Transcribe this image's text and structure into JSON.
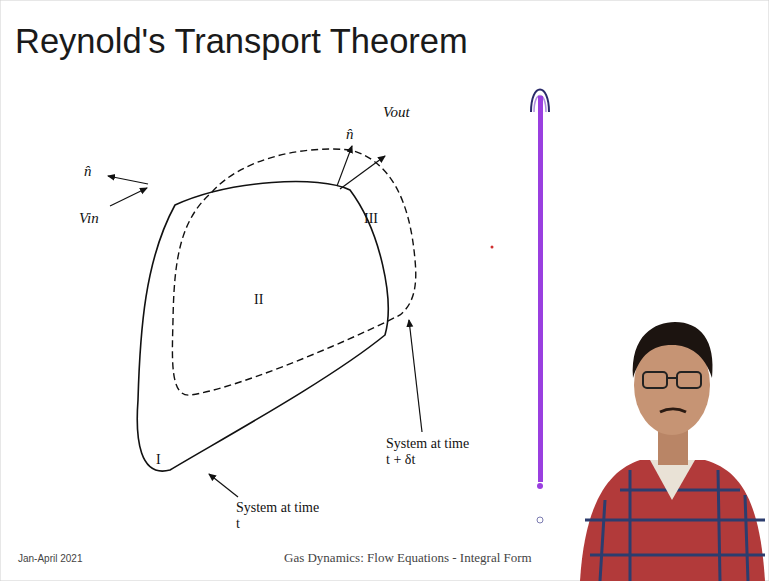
{
  "diagram": {
    "title": "Reynold's Transport Theorem",
    "labels": [
      "n̂",
      "Vout",
      "III",
      "n̂",
      "Vin",
      "II",
      "I",
      "System at time t + δt",
      "System at time t",
      "Jan-April 2021",
      "Gas Dynamics: Flow Equations - Integral Form"
    ]
  }
}
